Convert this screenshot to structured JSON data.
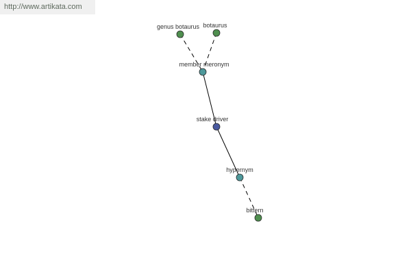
{
  "watermark": {
    "url": "http://www.artikata.com"
  },
  "colors": {
    "term": "#4f8f4f",
    "relation": "#4e999b",
    "focus": "#4a5aa0",
    "edge": "#000000",
    "background": "#ffffff"
  },
  "graph": {
    "nodes": [
      {
        "id": "genus_botaurus",
        "label": "genus botaurus",
        "kind": "term"
      },
      {
        "id": "botaurus",
        "label": "botaurus",
        "kind": "term"
      },
      {
        "id": "member_meronym",
        "label": "member meronym",
        "kind": "relation"
      },
      {
        "id": "stake_driver",
        "label": "stake driver",
        "kind": "focus"
      },
      {
        "id": "hypernym",
        "label": "hypernym",
        "kind": "relation"
      },
      {
        "id": "bittern",
        "label": "bittern",
        "kind": "term"
      }
    ],
    "edges": [
      {
        "from": "genus_botaurus",
        "to": "member_meronym",
        "style": "dashed"
      },
      {
        "from": "botaurus",
        "to": "member_meronym",
        "style": "dashed"
      },
      {
        "from": "member_meronym",
        "to": "stake_driver",
        "style": "solid"
      },
      {
        "from": "stake_driver",
        "to": "hypernym",
        "style": "solid"
      },
      {
        "from": "hypernym",
        "to": "bittern",
        "style": "dashed"
      }
    ]
  }
}
